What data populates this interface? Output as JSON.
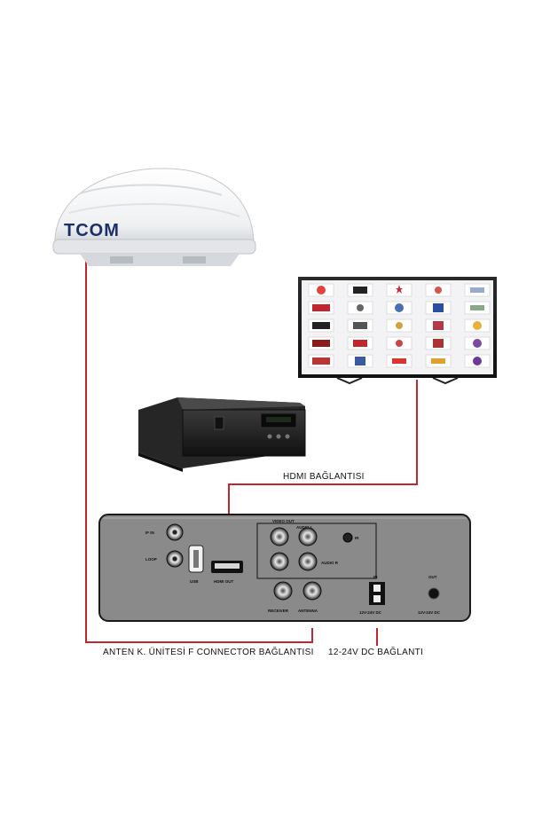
{
  "antenna": {
    "brand_text": "TCOM"
  },
  "panel": {
    "if_in": "IF IN",
    "loop": "LOOP",
    "usb": "USB",
    "hdmi_out": "HDMI OUT",
    "video_out": "VIDEO OUT",
    "audio_l": "AUDIO L",
    "audio_r": "AUDIO R",
    "ir": "IR",
    "receiver": "RECEIVER",
    "antenna": "ANTENNA",
    "power_in": "IN",
    "power_in_spec": "12V-24V DC",
    "power_out": "OUT",
    "power_out_spec": "12V-24V DC"
  },
  "labels": {
    "hdmi": "HDMI BAĞLANTISI",
    "f_connector": "ANTEN K. ÜNİTESİ F CONNECTOR  BAĞLANTISI",
    "dc": "12-24V DC BAĞLANTI"
  },
  "colors": {
    "cable": "#c0262b",
    "panel": "#8a8a8a",
    "panel_border": "#1a1a1a"
  }
}
